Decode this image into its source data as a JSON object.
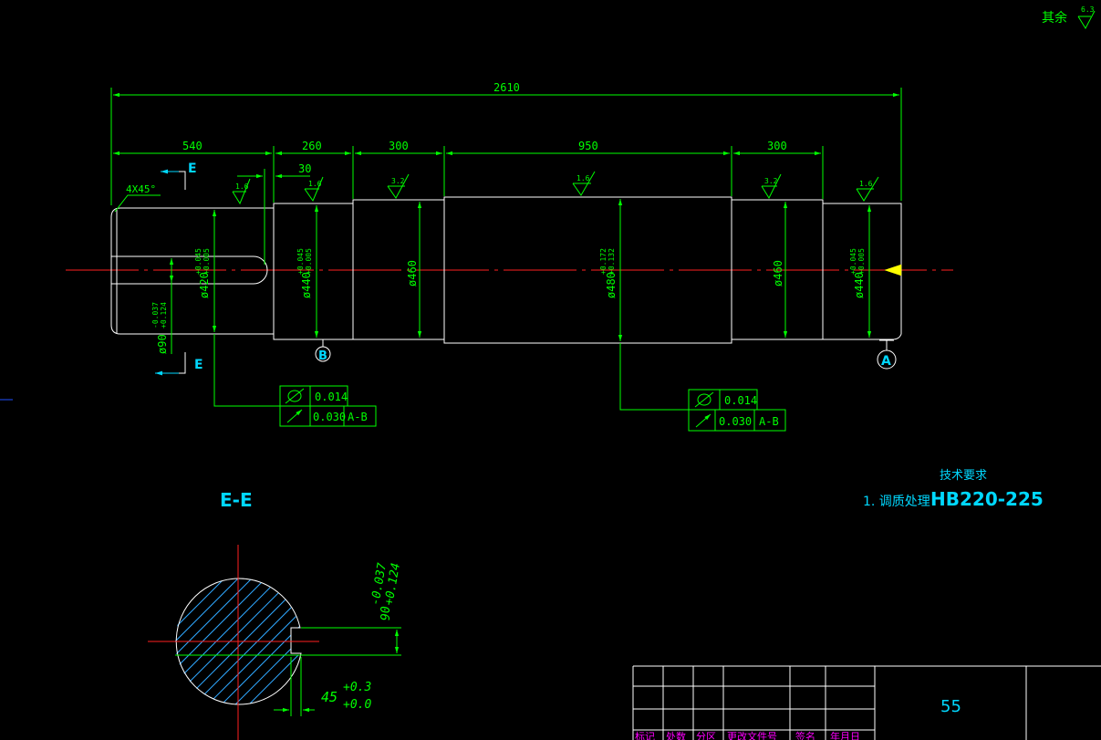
{
  "surface_note": {
    "label": "其余",
    "roughness": "6.3"
  },
  "dimensions": {
    "overall": "2610",
    "seg_1": "540",
    "seg_2": "260",
    "seg_3": "300",
    "seg_4": "950",
    "seg_5": "300",
    "shoulder": "30",
    "chamfer": "4X45°"
  },
  "roughness": {
    "r1": "1.6",
    "r2": "1.6",
    "r3": "3.2",
    "r4": "1.6",
    "r5": "3.2",
    "r6": "1.6"
  },
  "diameters": {
    "d420": "ø420",
    "d420_tol_up": "+0.045",
    "d420_tol_lo": "+0.005",
    "d440a": "ø440",
    "d440a_tol_up": "+0.045",
    "d440a_tol_lo": "+0.005",
    "d460a": "ø460",
    "d480": "ø480",
    "d480_tol_up": "+0.172",
    "d480_tol_lo": "+0.132",
    "d460b": "ø460",
    "d440b": "ø440",
    "d440b_tol_up": "+0.045",
    "d440b_tol_lo": "+0.005",
    "d90": "ø90",
    "d90_tol_up": "-0.037",
    "d90_tol_lo": "+0.124"
  },
  "section_markers": {
    "top": "E",
    "bottom": "E"
  },
  "datums": {
    "b": "B",
    "a": "A"
  },
  "tolerance_frames": {
    "left": {
      "cyl": "0.014",
      "runout": "0.030",
      "ref": "A-B"
    },
    "right": {
      "cyl": "0.014",
      "runout": "0.030",
      "ref": "A-B"
    }
  },
  "section_view": {
    "title": "E-E",
    "depth": "90",
    "depth_tol_up": "-0.037",
    "depth_tol_lo": "+0.124",
    "width": "45",
    "width_tol_up": "+0.3",
    "width_tol_lo": "+0.0"
  },
  "tech_requirements": {
    "heading": "技术要求",
    "item_prefix": "1. 调质处理",
    "item_value": "HB220-225"
  },
  "title_block": {
    "number": "55",
    "labels": [
      "标记",
      "处数",
      "分区",
      "更改文件号",
      "签名",
      "年月日"
    ]
  }
}
